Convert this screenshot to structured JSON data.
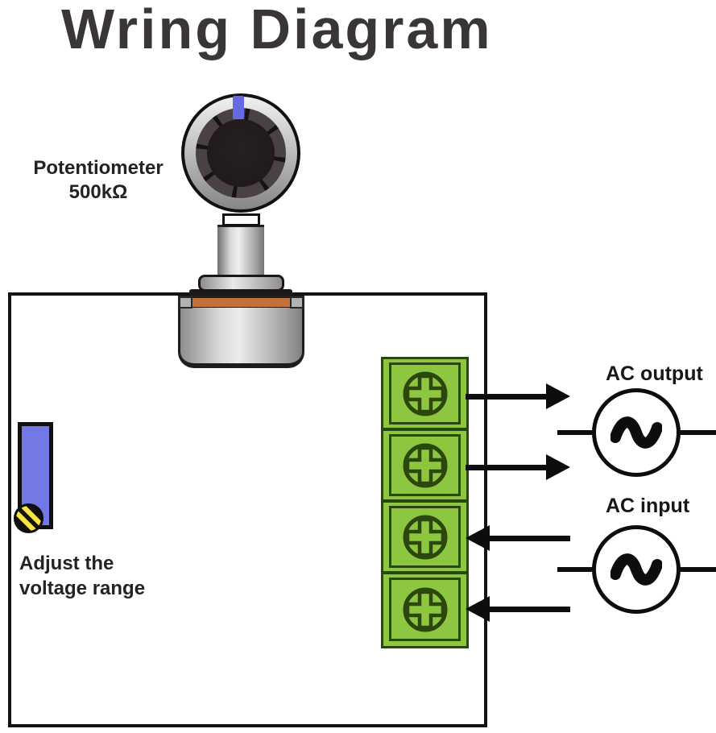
{
  "header": {
    "title": "Wring Diagram"
  },
  "potentiometer": {
    "label": "Potentiometer",
    "value": "500kΩ"
  },
  "ac_output": {
    "label": "AC output"
  },
  "ac_input": {
    "label": "AC input"
  },
  "trimmer": {
    "line1": "Adjust the",
    "line2": "voltage range"
  },
  "icons": {
    "knob_indicator": "position-marker",
    "terminal_screw": "phillips-screw",
    "trimmer_screw": "slotted-screw",
    "ac_source": "sine-wave",
    "arrows_out": "right-arrow",
    "arrows_in": "left-arrow"
  },
  "colors": {
    "terminal_green": "#8dc63f",
    "terminal_outline": "#2c470e",
    "trimmer_blue": "#7478e4",
    "screw_yellow": "#f4e642",
    "copper_band": "#c3703a",
    "knob_indicator_blue": "#656ae2",
    "line_black": "#0d0d0d",
    "text_dark": "#262122",
    "title_gray": "#3a3536"
  }
}
